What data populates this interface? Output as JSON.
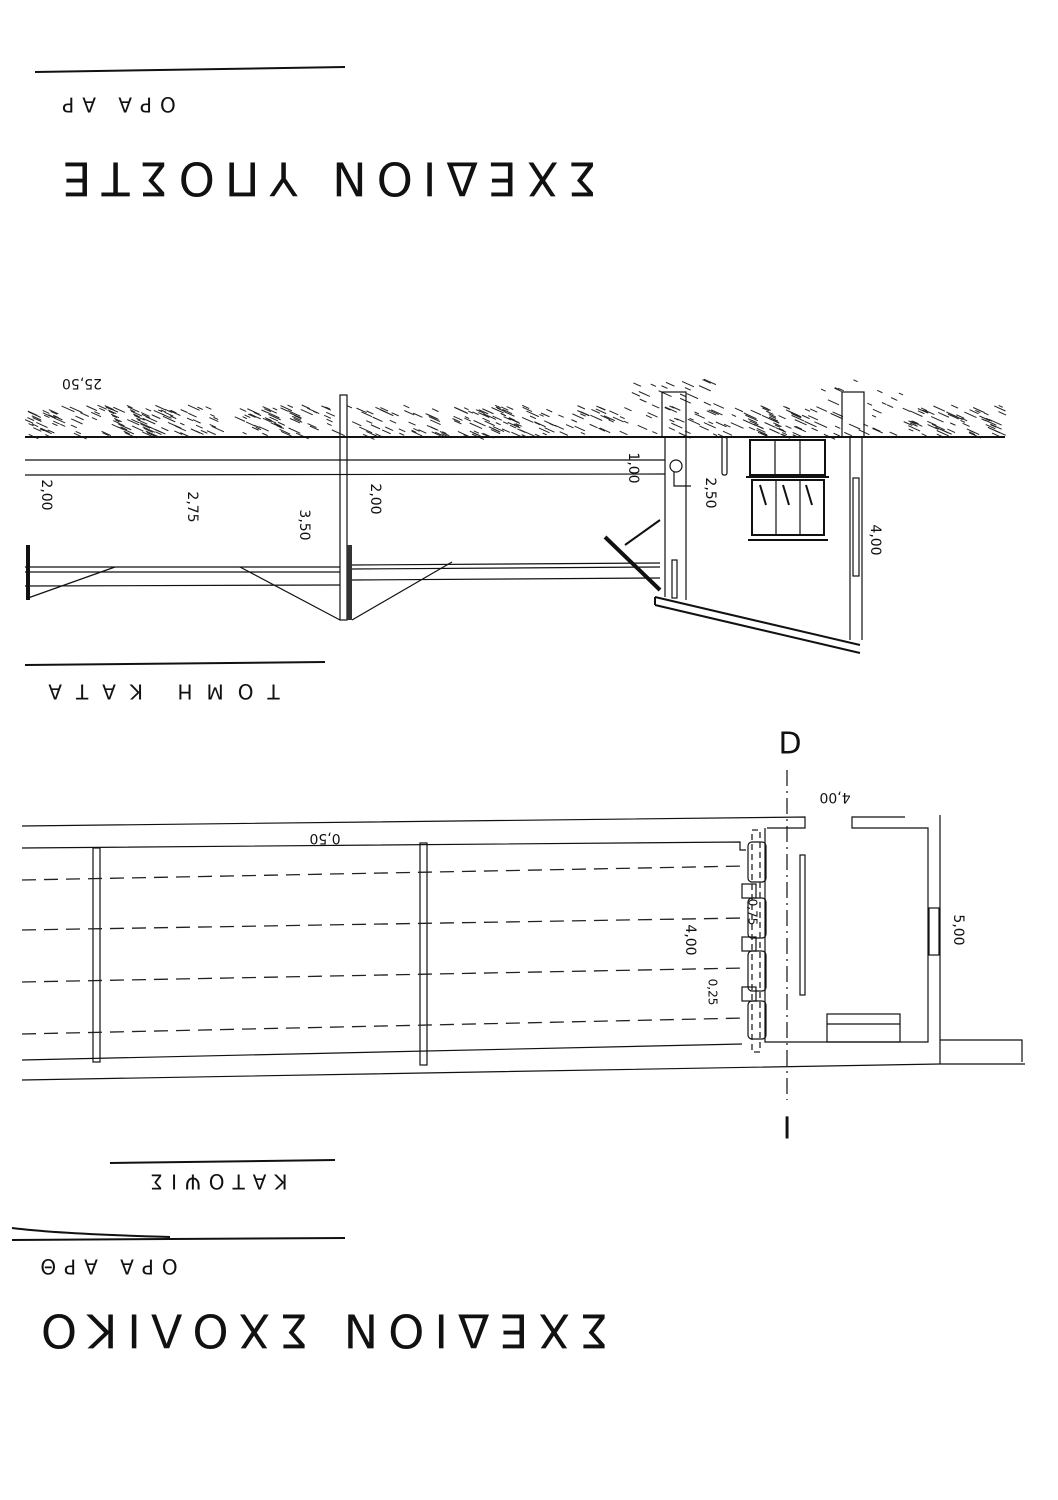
{
  "sheet_top": {
    "title": "ΣΧΕΔΙΟΝ ΥΠΟΣΤΕ",
    "reference": "ΟΡΑ ΑΡ"
  },
  "section": {
    "title": "ΤΟΜΗ ΚΑΤΑ",
    "elevation": "25,50",
    "dimensions": {
      "d1": "2,00",
      "d2": "2,75",
      "d3": "3,50",
      "d4": "2,00",
      "d5": "1,00",
      "d6": "2,50",
      "d7": "4,00"
    }
  },
  "plan": {
    "title": "ΚΑΤΟΨΙΣ",
    "section_mark_top": "D",
    "section_mark_bottom": "Ι",
    "dimensions": {
      "width_top": "4,00",
      "wall": "0,50",
      "width_left": "4,00",
      "pier": "0,75",
      "gap": "0,25",
      "depth_right": "5,00"
    }
  },
  "sheet_bottom": {
    "title": "ΣΧΕΔΙΟΝ ΣΧΟΛΙΚΟ",
    "reference": "ΟΡΑ ΑΡΘ"
  }
}
